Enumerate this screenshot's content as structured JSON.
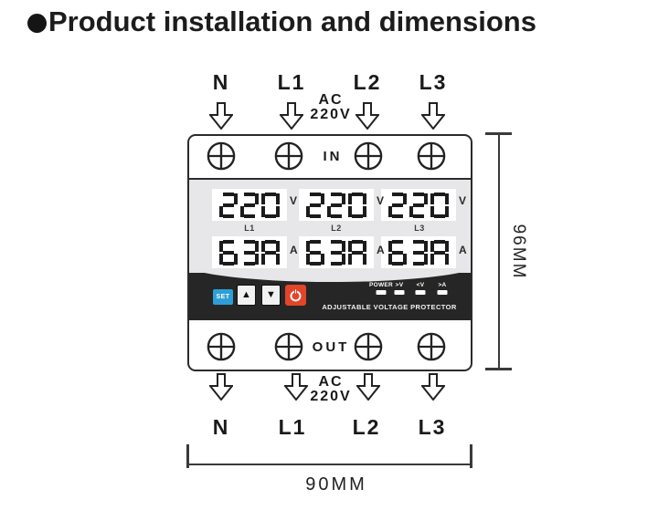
{
  "title": {
    "text": "Product installation and dimensions"
  },
  "wiring": {
    "top_labels": [
      "N",
      "L1",
      "L2",
      "L3"
    ],
    "bottom_labels": [
      "N",
      "L1",
      "L2",
      "L3"
    ],
    "top_supply": {
      "line1": "AC",
      "line2": "220V"
    },
    "bottom_supply": {
      "line1": "AC",
      "line2": "220V"
    }
  },
  "device": {
    "in_label": "IN",
    "out_label": "OUT",
    "display": {
      "phases": [
        {
          "name": "L1",
          "voltage": "220",
          "voltage_unit": "V",
          "current": "63A",
          "current_unit": "A"
        },
        {
          "name": "L2",
          "voltage": "220",
          "voltage_unit": "V",
          "current": "63A",
          "current_unit": "A"
        },
        {
          "name": "L3",
          "voltage": "220",
          "voltage_unit": "V",
          "current": "63A",
          "current_unit": "A"
        }
      ]
    },
    "controls": {
      "set_label": "SET",
      "up_glyph": "▲",
      "down_glyph": "▼"
    },
    "indicators": [
      {
        "label": "POWER"
      },
      {
        "label": ">V"
      },
      {
        "label": "<V"
      },
      {
        "label": ">A"
      }
    ],
    "brand_text": "ADJUSTABLE VOLTAGE PROTECTOR"
  },
  "dimensions": {
    "height": "96MM",
    "width": "90MM"
  },
  "colors": {
    "set_blue": "#2e9fd6",
    "power_red": "#e2452a",
    "panel_black": "#262626",
    "display_gray": "#e7e7e9",
    "digit": "#1b1b1b",
    "led_white": "#ffffff",
    "line_dark": "#3a3a3a"
  }
}
